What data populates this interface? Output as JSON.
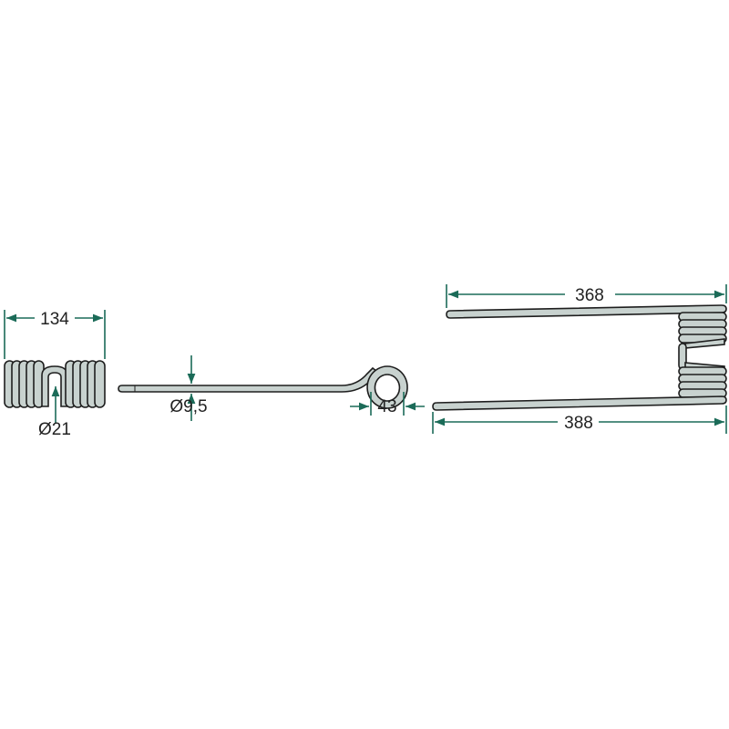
{
  "dimensions": {
    "spring_width": "134",
    "coil_diameter": "Ø21",
    "wire_diameter": "Ø9,5",
    "loop_width": "43",
    "upper_tine_length": "368",
    "lower_tine_length": "388"
  },
  "colors": {
    "dimension_line": "#1b6b58",
    "metal_fill": "#c8d2cf",
    "outline": "#1e1e1e"
  }
}
